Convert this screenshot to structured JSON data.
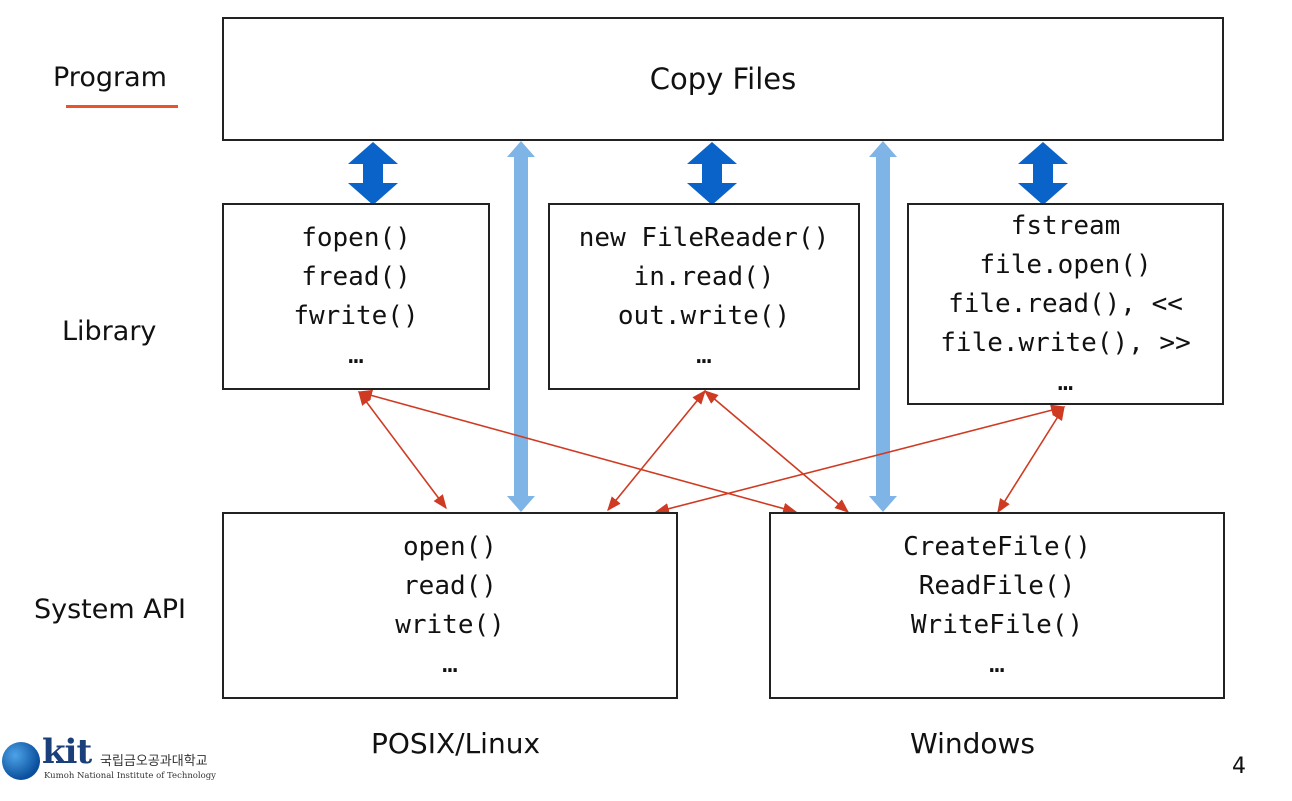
{
  "layers": {
    "program": "Program",
    "library": "Library",
    "system_api": "System API"
  },
  "program_box": {
    "title": "Copy Files"
  },
  "libraries": {
    "c": [
      "fopen()",
      "fread()",
      "fwrite()",
      "…"
    ],
    "java": [
      "new FileReader()",
      "in.read()",
      "out.write()",
      "…"
    ],
    "cpp": [
      "fstream",
      "file.open()",
      "file.read(), <<",
      "file.write(), >>",
      "…"
    ]
  },
  "system_apis": {
    "posix": [
      "open()",
      "read()",
      "write()",
      "…"
    ],
    "windows": [
      "CreateFile()",
      "ReadFile()",
      "WriteFile()",
      "…"
    ]
  },
  "os_labels": {
    "posix": "POSIX/Linux",
    "windows": "Windows"
  },
  "logo": {
    "mark": "kit",
    "korean": "국립금오공과대학교",
    "english": "Kumoh National Institute of Technology"
  },
  "page_number": "4",
  "colors": {
    "accent_underline": "#e8552b",
    "double_arrow": "#0a63c9",
    "tall_arrow": "#7fb4e6",
    "cross_link": "#cf3a22"
  }
}
